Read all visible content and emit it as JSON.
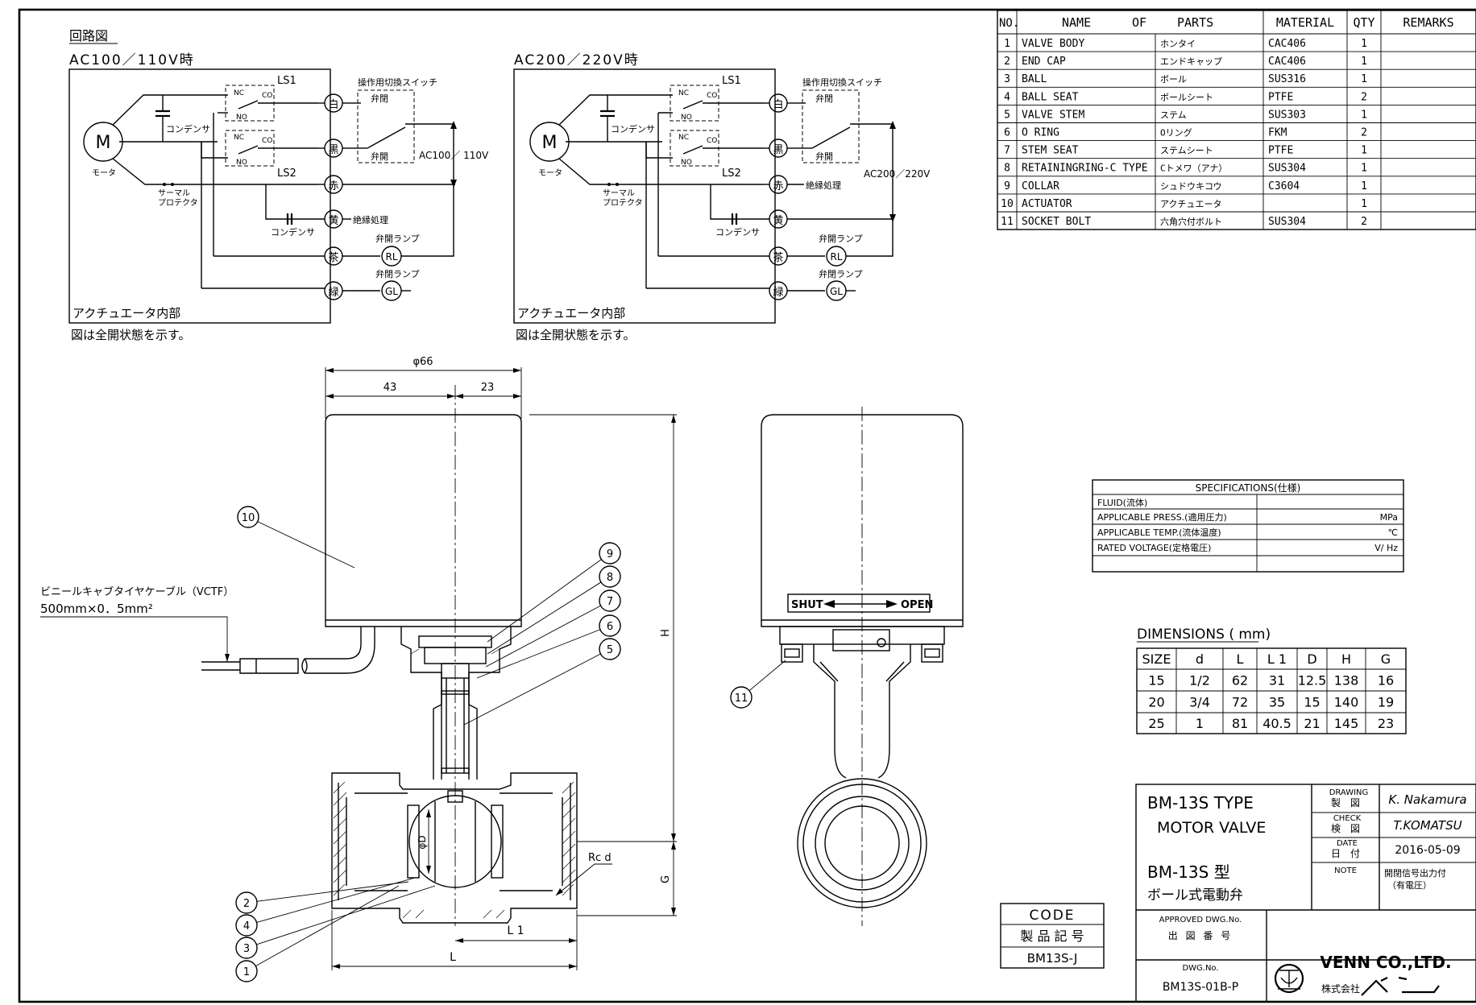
{
  "circuit": {
    "title": "回路図",
    "left_heading": "AC100／110V時",
    "right_heading": "AC200／220V時",
    "motor_symbol": "M",
    "motor_label": "モータ",
    "capacitor_label": "コンデンサ",
    "thermal_label_1": "サーマル",
    "thermal_label_2": "プロテクタ",
    "ls1": "LS1",
    "ls2": "LS2",
    "nc": "NC",
    "co": "CO",
    "no": "NO",
    "switch_label": "操作用切換スイッチ",
    "valve_close": "弁閉",
    "valve_open": "弁開",
    "white": "白",
    "black": "黒",
    "red": "赤",
    "yellow": "黄",
    "brown": "茶",
    "green": "緑",
    "insulation": "絶縁処理",
    "lamp_open": "弁開ランプ",
    "lamp_close": "弁閉ランプ",
    "rl": "RL",
    "gl": "GL",
    "left_voltage": "AC100／ 110V",
    "right_voltage": "AC200／220V",
    "inside_label": "アクチュエータ内部",
    "note": "図は全開状態を示す。"
  },
  "parts_table": {
    "headers": [
      "NO.",
      "NAME OF PARTS",
      "MATERIAL",
      "QTY",
      "REMARKS"
    ],
    "header_name_parts": [
      "NAME",
      "OF",
      "PARTS"
    ],
    "rows": [
      [
        "1",
        "VALVE BODY",
        "ホンタイ",
        "CAC406",
        "1",
        ""
      ],
      [
        "2",
        "END CAP",
        "エンドキャップ",
        "CAC406",
        "1",
        ""
      ],
      [
        "3",
        "BALL",
        "ボール",
        "SUS316",
        "1",
        ""
      ],
      [
        "4",
        "BALL SEAT",
        "ボールシート",
        "PTFE",
        "2",
        ""
      ],
      [
        "5",
        "VALVE STEM",
        "ステム",
        "SUS303",
        "1",
        ""
      ],
      [
        "6",
        "O RING",
        "Oリング",
        "FKM",
        "2",
        ""
      ],
      [
        "7",
        "STEM SEAT",
        "ステムシート",
        "PTFE",
        "1",
        ""
      ],
      [
        "8",
        "RETAININGRING-C TYPE",
        "Cトメワ（アナ）",
        "SUS304",
        "1",
        ""
      ],
      [
        "9",
        "COLLAR",
        "シュドウキコウ",
        "C3604",
        "1",
        ""
      ],
      [
        "10",
        "ACTUATOR",
        "アクチュエータ",
        "",
        "1",
        ""
      ],
      [
        "11",
        "SOCKET BOLT",
        "六角穴付ボルト",
        "SUS304",
        "2",
        ""
      ]
    ]
  },
  "specs": {
    "title": "SPECIFICATIONS(仕様)",
    "rows": [
      {
        "label": "FLUID(流体)",
        "unit": ""
      },
      {
        "label": "APPLICABLE PRESS.(適用圧力)",
        "unit": "MPa"
      },
      {
        "label": "APPLICABLE TEMP.(流体温度)",
        "unit": "℃"
      },
      {
        "label": "RATED VOLTAGE(定格電圧)",
        "unit": "V/            Hz"
      },
      {
        "label": "",
        "unit": ""
      }
    ]
  },
  "dimensions": {
    "title": "DIMENSIONS ( mm)",
    "headers": [
      "SIZE",
      "d",
      "L",
      "L 1",
      "D",
      "H",
      "G"
    ],
    "rows": [
      [
        "15",
        "1/2",
        "62",
        "31",
        "12.5",
        "138",
        "16"
      ],
      [
        "20",
        "3/4",
        "72",
        "35",
        "15",
        "140",
        "19"
      ],
      [
        "25",
        "1",
        "81",
        "40.5",
        "21",
        "145",
        "23"
      ]
    ]
  },
  "drawing": {
    "dim_phi66": "φ66",
    "dim_43": "43",
    "dim_23": "23",
    "dim_H": "H",
    "dim_G": "G",
    "dim_L": "L",
    "dim_L1": "L 1",
    "dim_phiD": "φD",
    "dim_rcd": "Rc d",
    "cable_line1": "ビニールキャブタイヤケーブル（VCTF）",
    "cable_line2": "500mm×0．5mm²",
    "shut": "SHUT",
    "open": "OPEN",
    "balloons": [
      "1",
      "2",
      "3",
      "4",
      "5",
      "6",
      "7",
      "8",
      "9",
      "10",
      "11"
    ]
  },
  "title_block": {
    "type_en": "BM-13S TYPE",
    "name_en": "MOTOR VALVE",
    "type_jp": "BM-13S 型",
    "name_jp": "ボール式電動弁",
    "drawing_label_en": "DRAWING",
    "drawing_label_jp": "製　図",
    "drawing_value": "K. Nakamura",
    "check_label_en": "CHECK",
    "check_label_jp": "検　図",
    "check_value": "T.KOMATSU",
    "date_label_en": "DATE",
    "date_label_jp": "日　付",
    "date_value": "2016-05-09",
    "note_label": "NOTE",
    "note_value_1": "開閉信号出力付",
    "note_value_2": "（有電圧）",
    "code_label_en": "CODE",
    "code_label_jp": "製 品 記 号",
    "code_value": "BM13S-J",
    "approved_en": "APPROVED DWG.No.",
    "approved_jp": "出 図 番 号",
    "dwg_label": "DWG.No.",
    "dwg_value": "BM13S-01B-P",
    "company_en": "VENN CO.,LTD.",
    "company_jp": "株式会社"
  }
}
